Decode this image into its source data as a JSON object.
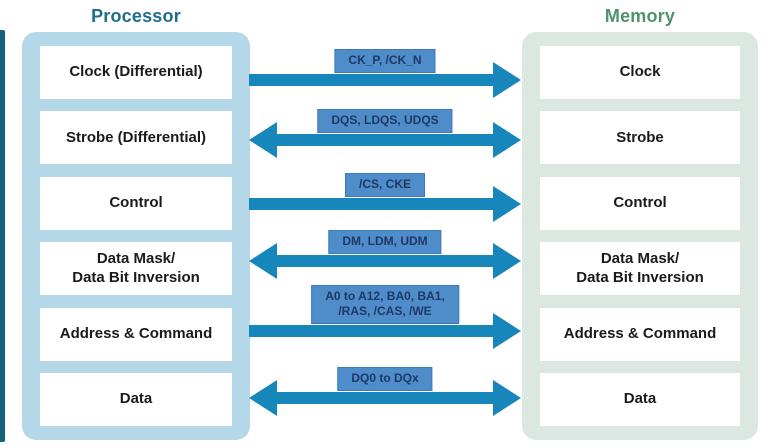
{
  "processor": {
    "title": "Processor"
  },
  "memory": {
    "title": "Memory"
  },
  "rows": [
    {
      "left": "Clock (Differential)",
      "signal": "CK_P, /CK_N",
      "right": "Clock",
      "direction": "right"
    },
    {
      "left": "Strobe (Differential)",
      "signal": "DQS, LDQS, UDQS",
      "right": "Strobe",
      "direction": "both"
    },
    {
      "left": "Control",
      "signal": "/CS, CKE",
      "right": "Control",
      "direction": "right"
    },
    {
      "left": "Data Mask/\nData Bit Inversion",
      "signal": "DM, LDM, UDM",
      "right": "Data Mask/\nData Bit Inversion",
      "direction": "both"
    },
    {
      "left": "Address & Command",
      "signal": "A0 to A12, BA0, BA1,\n/RAS, /CAS, /WE",
      "right": "Address & Command",
      "direction": "right"
    },
    {
      "left": "Data",
      "signal": "DQ0 to DQx",
      "right": "Data",
      "direction": "both"
    }
  ],
  "colors": {
    "processor-panel": "#b5d8e8",
    "memory-panel": "#dbe8e2",
    "processor-title": "#1d6e8e",
    "memory-title": "#4f926b",
    "arrow": "#1786ba",
    "label-bg": "#4e8cca",
    "label-border": "#3d7ab8",
    "label-text": "#1f3864",
    "box-bg": "#ffffff",
    "box-text": "#1a1a1a",
    "edge-strip": "#16607e"
  }
}
